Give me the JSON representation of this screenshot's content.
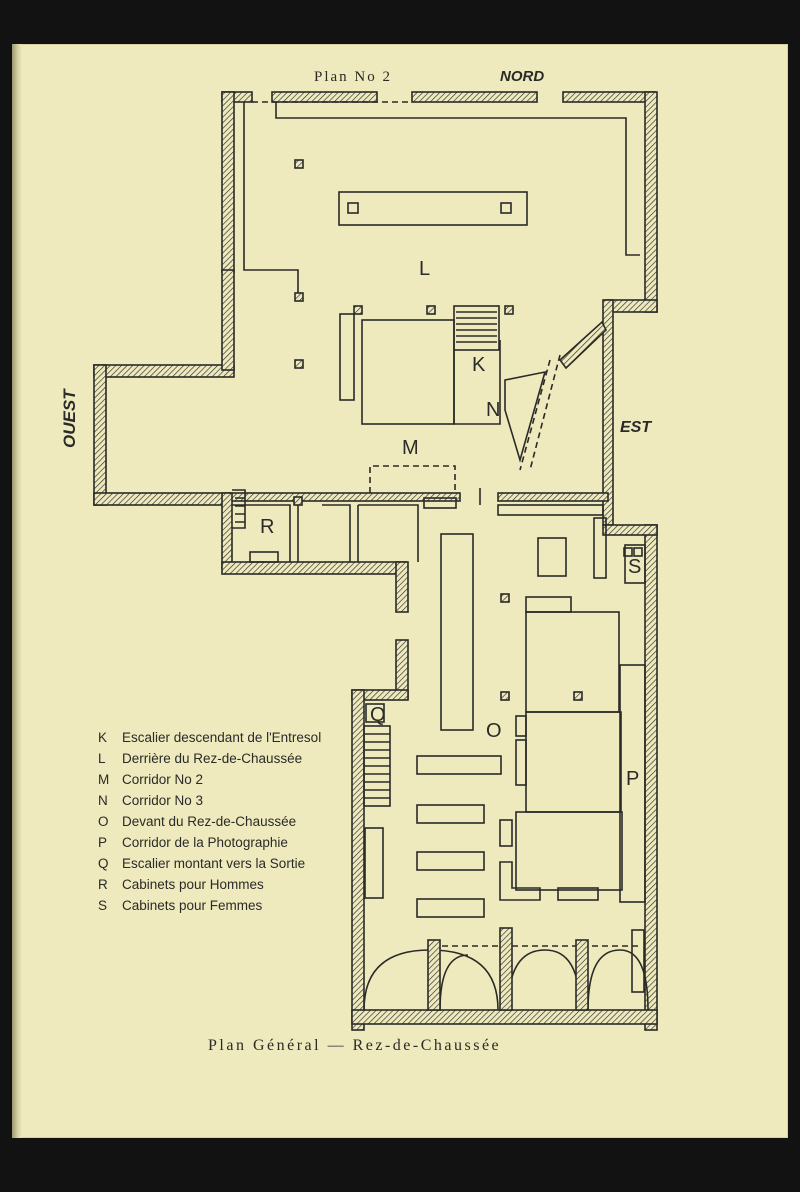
{
  "map": {
    "top_title": "Plan No 2",
    "north_label": "NORD",
    "west_label": "OUEST",
    "east_label": "EST",
    "bottom_title": "Plan Général — Rez-de-Chaussée"
  },
  "rooms": [
    {
      "id": "K",
      "label": "K"
    },
    {
      "id": "L",
      "label": "L"
    },
    {
      "id": "M",
      "label": "M"
    },
    {
      "id": "N",
      "label": "N"
    },
    {
      "id": "O",
      "label": "O"
    },
    {
      "id": "P",
      "label": "P"
    },
    {
      "id": "Q",
      "label": "Q"
    },
    {
      "id": "R",
      "label": "R"
    },
    {
      "id": "S",
      "label": "S"
    }
  ],
  "legend": [
    {
      "key": "K",
      "text": "Escalier descendant de l'Entresol"
    },
    {
      "key": "L",
      "text": "Derrière du Rez-de-Chaussée"
    },
    {
      "key": "M",
      "text": "Corridor No 2"
    },
    {
      "key": "N",
      "text": "Corridor No 3"
    },
    {
      "key": "O",
      "text": "Devant du Rez-de-Chaussée"
    },
    {
      "key": "P",
      "text": "Corridor de la Photographie"
    },
    {
      "key": "Q",
      "text": "Escalier montant vers la Sortie"
    },
    {
      "key": "R",
      "text": "Cabinets pour Hommes"
    },
    {
      "key": "S",
      "text": "Cabinets pour Femmes"
    }
  ],
  "colors": {
    "paper": "#eeeabd",
    "ink": "#2a2a28",
    "background": "#121212"
  }
}
